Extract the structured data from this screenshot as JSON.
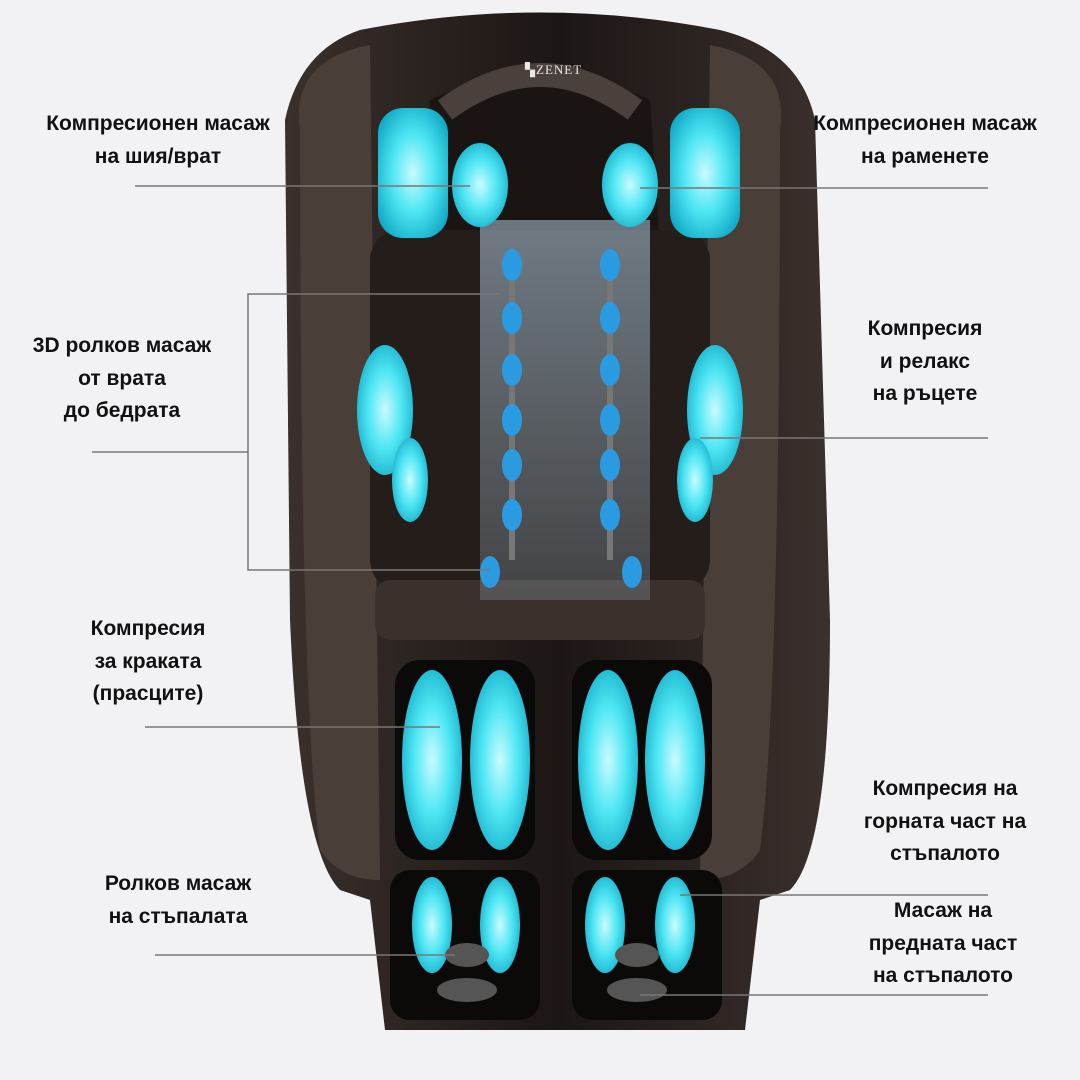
{
  "brand": "ZENET",
  "colors": {
    "background": "#f2f2f4",
    "chair": "#2a221f",
    "pad": "#3fe0f0",
    "roller": "#2a9be0",
    "text": "#111111"
  },
  "labels": {
    "neck": [
      "Компресионен масаж",
      "на шия/врат"
    ],
    "shoulders": [
      "Компресионен масаж",
      "на раменете"
    ],
    "rollers": [
      "3D ролков масаж",
      "от врата",
      "до бедрата"
    ],
    "arms": [
      "Компресия",
      "и релакс",
      "на ръцете"
    ],
    "calves": [
      "Компресия",
      "за краката",
      "(прасците)"
    ],
    "foot_top": [
      "Компресия на",
      "горната част на",
      "стъпалото"
    ],
    "foot_rollers": [
      "Ролков масаж",
      "на стъпалата"
    ],
    "foot_front": [
      "Масаж на",
      "предната част",
      "на стъпалото"
    ]
  }
}
